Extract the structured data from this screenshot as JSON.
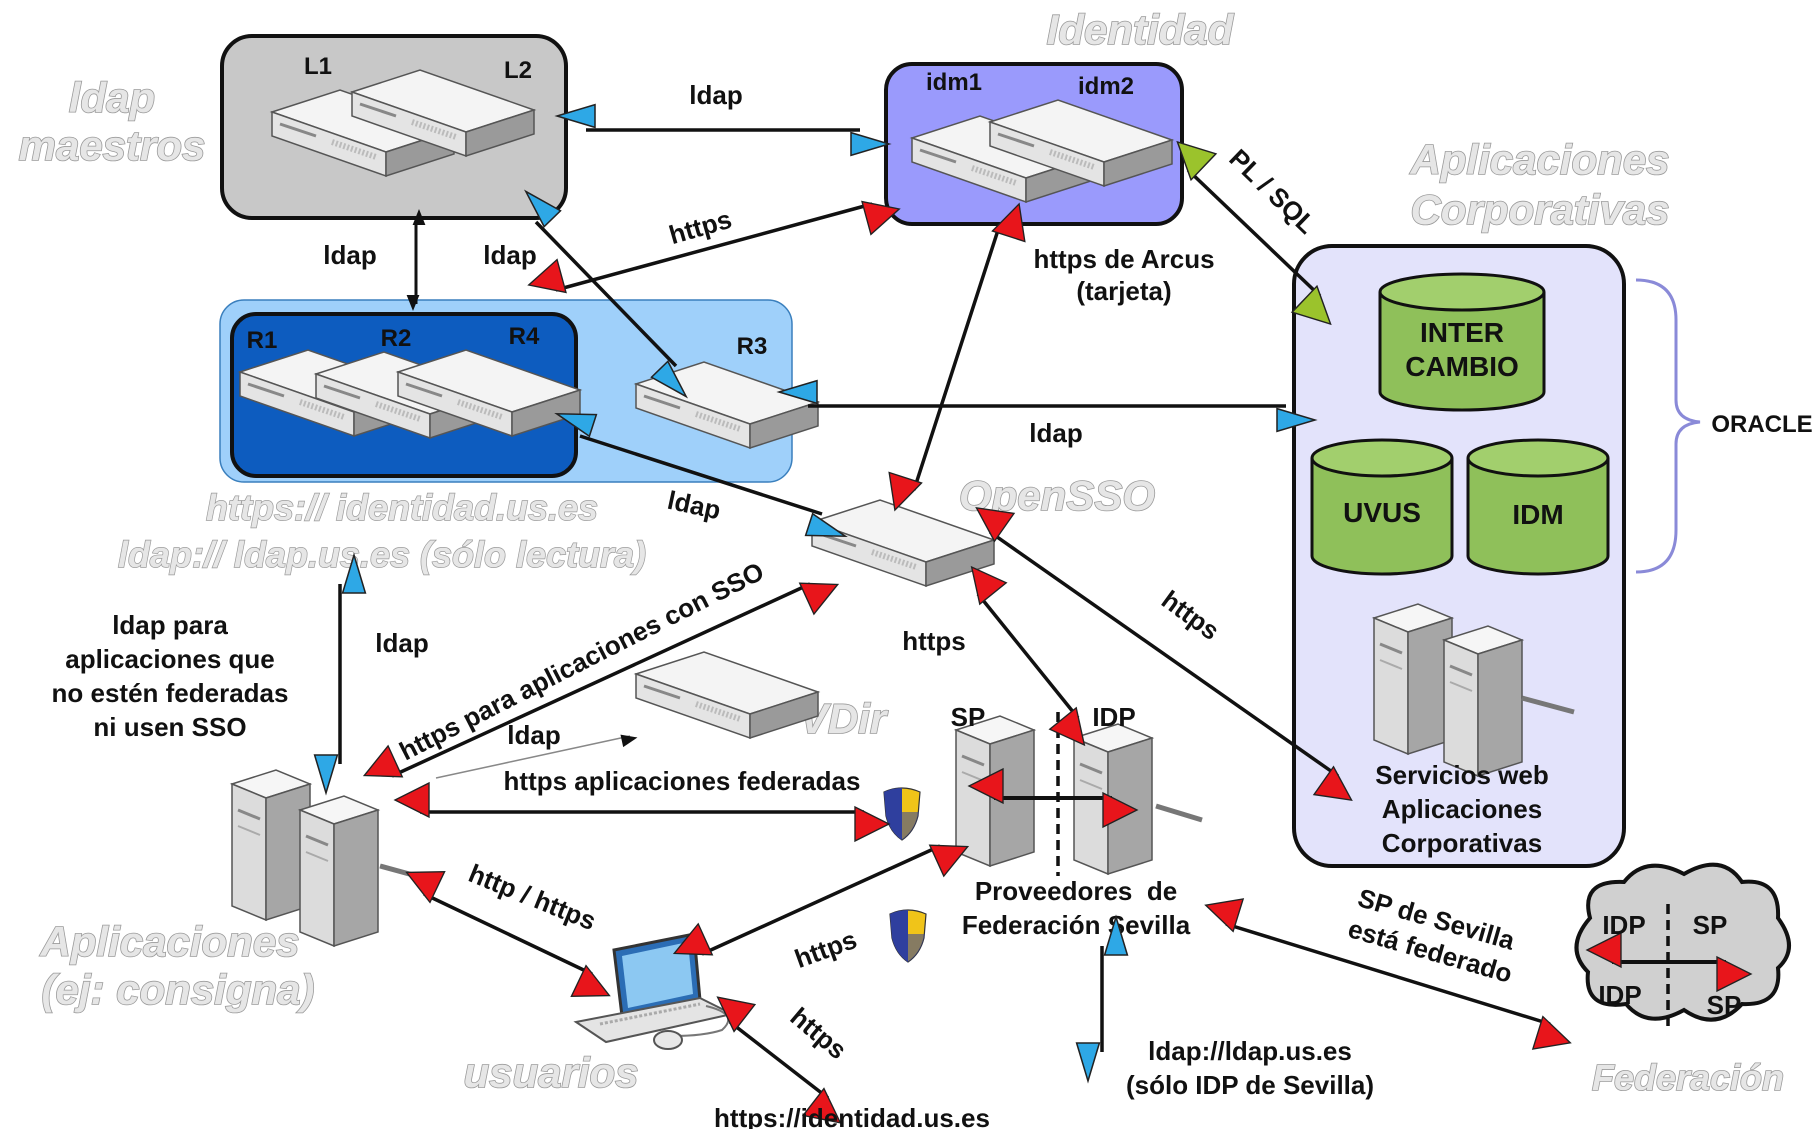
{
  "zones": {
    "ldap_masters": [
      "ldap",
      "maestros"
    ],
    "identidad": "Identidad",
    "apps_corp": [
      "Aplicaciones",
      "Corporativas"
    ],
    "openSSO": "OpenSSO",
    "vdir": "VDir",
    "aplicaciones": [
      "Aplicaciones",
      "(ej: consigna)"
    ],
    "usuarios": "usuarios",
    "federacion": "Federación",
    "replica_urls": [
      "https:// identidad.us.es",
      "ldap:// ldap.us.es (sólo lectura)"
    ]
  },
  "servers": {
    "masters": [
      "L1",
      "L2"
    ],
    "idm": [
      "idm1",
      "idm2"
    ],
    "replicas": [
      "R1",
      "R2",
      "R4"
    ],
    "r3": "R3",
    "fed_sp": "SP",
    "fed_idp": "IDP"
  },
  "databases": {
    "intercambio": [
      "INTER",
      "CAMBIO"
    ],
    "uvus": "UVUS",
    "idm": "IDM",
    "oracle": "ORACLE",
    "web_services": [
      "Servicios web",
      "Aplicaciones",
      "Corporativas"
    ]
  },
  "links": {
    "ldap_masters_idm": "ldap",
    "ldap_masters_replicas": "ldap",
    "ldap_masters_r3": "ldap",
    "https_idm_replicas": "https",
    "pl_sql": "PL / SQL",
    "https_arcus": [
      "https de Arcus",
      "(tarjeta)"
    ],
    "ldap_r3_corp": "ldap",
    "ldap_replicas_sso": "ldap",
    "https_sso_apps": "https para aplicaciones con SSO",
    "ldap_apps_vdir": "ldap",
    "https_federated": "https aplicaciones federadas",
    "https_sso_fed": "https",
    "https_sso_corp": "https",
    "ldap_apps_note": [
      "ldap para",
      "aplicaciones que",
      "no estén federadas",
      "ni usen SSO"
    ],
    "ldap_vertical": "ldap",
    "http_https_users": "http / https",
    "https_users_fed": "https",
    "https_users_id": "https",
    "users_url": "https://identidad.us.es",
    "fed_provider": [
      "Proveedores  de",
      "Federación Sevilla"
    ],
    "fed_ldap": [
      "ldap://ldap.us.es",
      "(sólo IDP de Sevilla)"
    ],
    "sp_federated": [
      "SP de Sevilla",
      "está federado"
    ]
  },
  "federation_cloud": {
    "idp_top": "IDP",
    "sp_top": "SP",
    "idp_bottom": "IDP",
    "sp_bottom": "SP"
  },
  "colors": {
    "arrow_red": "#e8151b",
    "arrow_blue": "#2ea8e6",
    "arrow_green": "#9bc32c",
    "idm_box": "#9a9afc",
    "replica_outer": "#9fd0fa",
    "replica_inner": "#0d5cbf",
    "corp_box": "#e3e3fb",
    "db_green": "#8fc05a"
  }
}
